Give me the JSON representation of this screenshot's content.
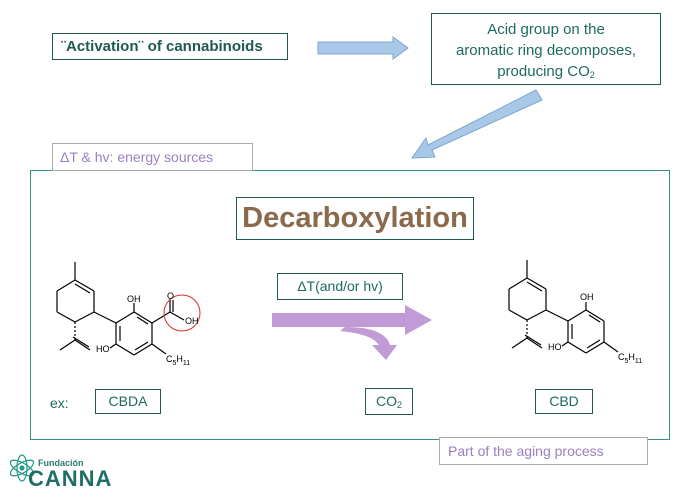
{
  "activation": "¨Activation¨ of cannabinoids",
  "acid_text": {
    "line1": "Acid group on the",
    "line2": "aromatic ring decomposes,",
    "line3_prefix": "producing CO",
    "line3_sub": "2"
  },
  "energy_sources": "ΔT & hv: energy sources",
  "title": "Decarboxylation",
  "condition": "ΔT(and/or hv)",
  "example_label": "ex:",
  "reactant": "CBDA",
  "byproduct_prefix": "CO",
  "byproduct_sub": "2",
  "product": "CBD",
  "aging_note": "Part of the aging process",
  "molecule_labels": {
    "oh": "OH",
    "ho": "HO",
    "o": "O",
    "c5": "C",
    "c5_sub1": "5",
    "h11": "H",
    "h11_sub": "11"
  },
  "logo": {
    "top": "Fundación",
    "main": "CANNA"
  },
  "colors": {
    "teal": "#1e5a50",
    "lavender": "#9b7fc0",
    "arrow_blue": "#a9c8e8",
    "reaction_arrow": "#c29ad6",
    "title_brown": "#8a6a4a",
    "highlight_red": "#d63030"
  }
}
